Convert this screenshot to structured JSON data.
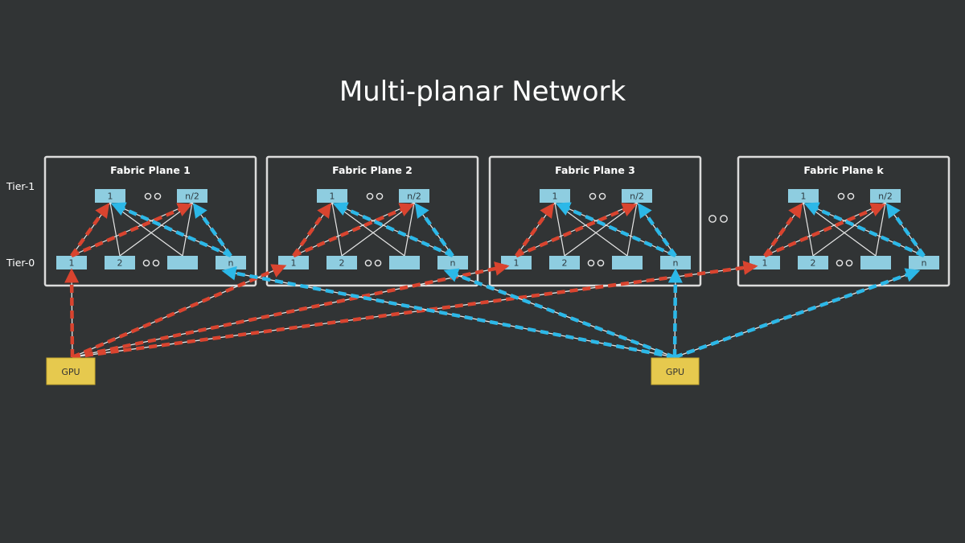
{
  "title": "Multi-planar Network",
  "tiers": {
    "tier1_label": "Tier-1",
    "tier0_label": "Tier-0"
  },
  "planes": [
    {
      "title": "Fabric Plane 1",
      "tier1_nodes": [
        "1",
        "n/2"
      ],
      "tier0_nodes": [
        "1",
        "2",
        "",
        "n"
      ]
    },
    {
      "title": "Fabric Plane 2",
      "tier1_nodes": [
        "1",
        "n/2"
      ],
      "tier0_nodes": [
        "1",
        "2",
        "",
        "n"
      ]
    },
    {
      "title": "Fabric Plane 3",
      "tier1_nodes": [
        "1",
        "n/2"
      ],
      "tier0_nodes": [
        "1",
        "2",
        "",
        "n"
      ]
    },
    {
      "title": "Fabric Plane k",
      "tier1_nodes": [
        "1",
        "n/2"
      ],
      "tier0_nodes": [
        "1",
        "2",
        "",
        "n"
      ]
    }
  ],
  "gpus": [
    {
      "label": "GPU",
      "path_color": "red",
      "connects_to_tier0_node": "1"
    },
    {
      "label": "GPU",
      "path_color": "blue",
      "connects_to_tier0_node": "n"
    }
  ],
  "ellipsis_between_nodes": "○○",
  "colors": {
    "background": "#313435",
    "node": "#8ecde0",
    "gpu": "#e6c94e",
    "path_red": "#d9442f",
    "path_blue": "#2cb8e8",
    "outline": "#dcdcdc"
  }
}
